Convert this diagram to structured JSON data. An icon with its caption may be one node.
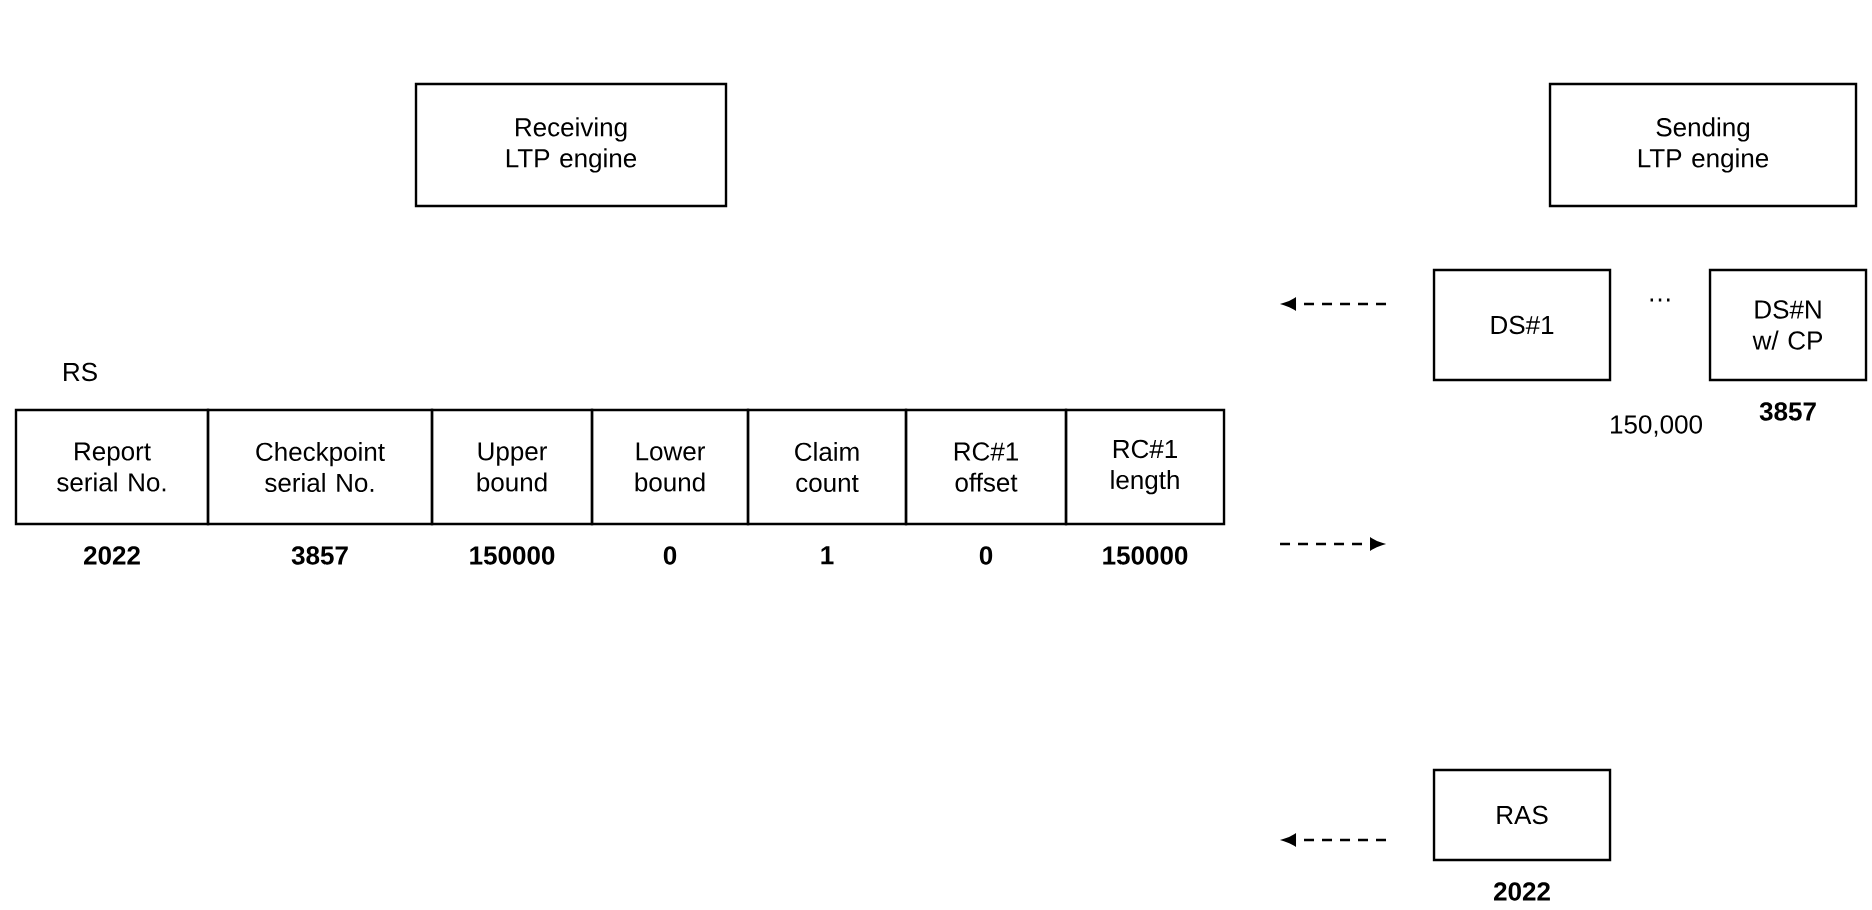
{
  "diagram": {
    "nodes": [
      {
        "text": [
          "Receiving LTP engine"
        ]
      },
      {
        "text": [
          "Sending LTP engine"
        ]
      },
      {
        "text": [
          "DS#1"
        ]
      },
      {
        "text": [
          "DS#N w/ CP"
        ],
        "beside": [
          "3857"
        ]
      },
      {
        "text": [
          "Report serial No."
        ],
        "beside": [
          "2022"
        ]
      },
      {
        "text": [
          "Checkpoint serial No."
        ],
        "beside": [
          "3857"
        ]
      },
      {
        "text": [
          "Upper bound"
        ],
        "beside": [
          "150000"
        ]
      },
      {
        "text": [
          "Lower bound"
        ],
        "beside": [
          "0"
        ]
      },
      {
        "text": [
          "Claim count"
        ],
        "beside": [
          "1"
        ]
      },
      {
        "text": [
          "RC#1 offset"
        ],
        "beside": [
          "0"
        ]
      },
      {
        "text": [
          "RC#1 length"
        ],
        "beside": [
          "150000"
        ]
      },
      {
        "text": [
          "RAS"
        ],
        "beside": [
          "2022"
        ]
      }
    ],
    "labels": [
      "…",
      "RS",
      "150,000"
    ]
  }
}
